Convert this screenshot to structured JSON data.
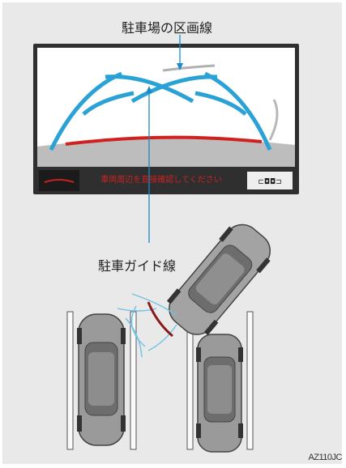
{
  "labels": {
    "parking_lines": "駐車場の区画線",
    "guide_lines": "駐車ガイド線"
  },
  "screen": {
    "message": "車両周辺を直接確認してください"
  },
  "figure_code": "AZ110JC",
  "colors": {
    "guide_blue": "#2ba2d6",
    "guide_red": "#d02020",
    "screen_frame": "#333333",
    "background": "#e9e9e9"
  }
}
